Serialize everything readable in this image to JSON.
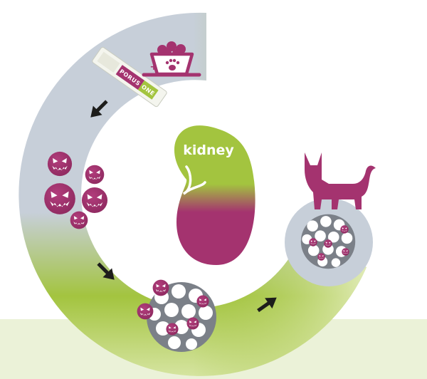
{
  "labels": {
    "kidney": "kidney",
    "plus": "+",
    "pack_brand_left": "PORUS",
    "pack_brand_right": "ONE"
  },
  "colors": {
    "ring_gray": "#c7cfd9",
    "green": "#a3c43f",
    "light_green": "#dbe8a8",
    "pale_band": "#ebf2d8",
    "purple": "#a4336f",
    "dark_gray": "#7b8088",
    "arrow": "#1d1d1b",
    "white": "#ffffff"
  },
  "icons": [
    "pill-pack-icon",
    "food-bowl-icon",
    "toxin-face-icon",
    "adsorber-particle-icon",
    "kidney-icon",
    "cat-icon",
    "arrow-icon"
  ]
}
